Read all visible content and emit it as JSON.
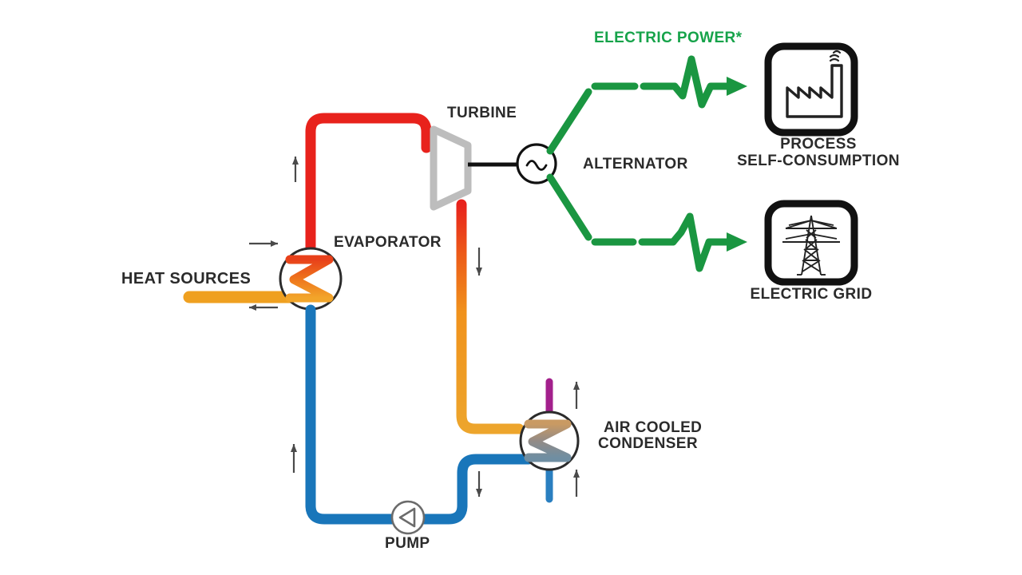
{
  "diagram": {
    "title": "Organic Rankine Cycle schematic",
    "labels": {
      "electric_power": "ELECTRIC POWER*",
      "turbine": "TURBINE",
      "alternator": "ALTERNATOR",
      "evaporator": "EVAPORATOR",
      "heat_sources": "HEAT SOURCES",
      "pump": "PUMP",
      "air_cooled_line1": "AIR COOLED",
      "air_cooled_line2": "CONDENSER",
      "process_line1": "PROCESS",
      "process_line2": "SELF-CONSUMPTION",
      "electric_grid": "ELECTRIC GRID"
    },
    "icons": {
      "factory": "factory-icon",
      "pylon": "transmission-tower-icon",
      "alternator_symbol": "sine-wave-icon",
      "pump_symbol": "triangle-left-icon",
      "evaporator_symbol": "heat-exchanger-zigzag-icon",
      "condenser_symbol": "heat-exchanger-zigzag-icon"
    },
    "colors": {
      "hot_source": "#e02020",
      "warm_return": "#efa020",
      "vapor_hot": "#e8221c",
      "vapor_cool": "#f0a020",
      "liquid_cold": "#1976ba",
      "electric": "#1a9641",
      "turbine_body": "#bdbdbd",
      "air_out": "#a3208c",
      "air_in": "#2a7fc0",
      "text": "#2b2b2b",
      "background": "#ffffff"
    },
    "flows": [
      {
        "name": "heat-source-inlet",
        "color": "#e02020",
        "direction": "right"
      },
      {
        "name": "heat-source-return",
        "color": "#efa020",
        "direction": "left"
      },
      {
        "name": "working-fluid-vapor-riser",
        "color": "#e8221c",
        "direction": "up"
      },
      {
        "name": "turbine-exhaust-downcomer",
        "color": "#f0a020",
        "direction": "down"
      },
      {
        "name": "condensate-to-pump",
        "color": "#1976ba",
        "direction": "down"
      },
      {
        "name": "pump-discharge-riser",
        "color": "#1976ba",
        "direction": "up"
      },
      {
        "name": "cooling-air-in",
        "color": "#2a7fc0",
        "direction": "up"
      },
      {
        "name": "cooling-air-out",
        "color": "#a3208c",
        "direction": "up"
      },
      {
        "name": "electric-power-to-process",
        "color": "#1a9641",
        "direction": "right"
      },
      {
        "name": "electric-power-to-grid",
        "color": "#1a9641",
        "direction": "right"
      }
    ]
  }
}
